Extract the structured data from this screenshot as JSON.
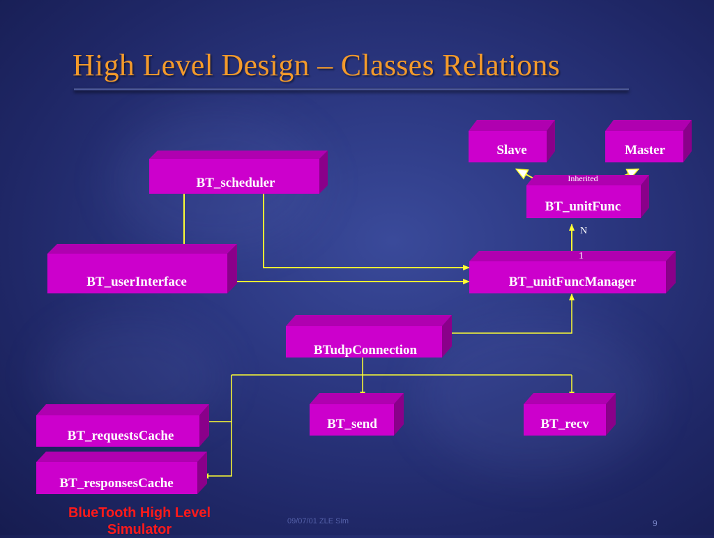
{
  "slide": {
    "title": "High Level Design – Classes Relations",
    "footer_title": "BlueTooth High Level Simulator",
    "footer_center": "09/07/01 ZLE Sim",
    "page_number": "9"
  },
  "colors": {
    "box_front": "#cc00cc",
    "box_top": "#b000b0",
    "box_side": "#8a008a",
    "connector": "#ffff33",
    "title": "#f39a2b",
    "footer": "#ff1a1a"
  },
  "classes": {
    "slave": "Slave",
    "master": "Master",
    "scheduler": "BT_scheduler",
    "unit_func": "BT_unitFunc",
    "user_interface": "BT_userInterface",
    "unit_func_manager": "BT_unitFuncManager",
    "udp_connection": "BTudpConnection",
    "send": "BT_send",
    "recv": "BT_recv",
    "requests_cache": "BT_requestsCache",
    "responses_cache": "BT_responsesCache"
  },
  "relations": {
    "inherited": "Inherited",
    "mult_n": "N",
    "mult_1": "1"
  }
}
